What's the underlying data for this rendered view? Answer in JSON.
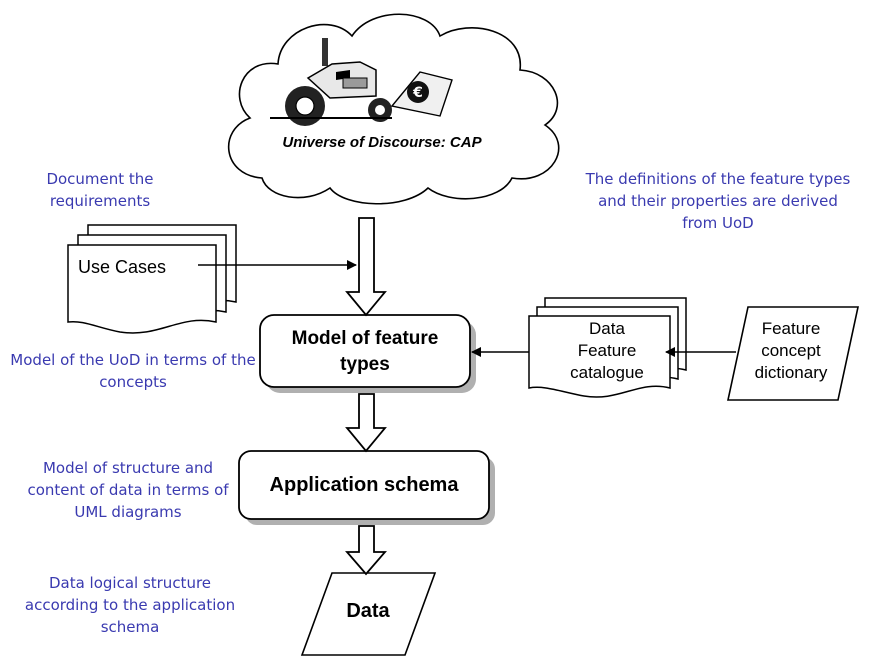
{
  "cloud": {
    "label": "Universe of Discourse: CAP"
  },
  "annotations": {
    "document_requirements": "Document the requirements",
    "definitions": "The definitions of the feature types and their properties are derived from UoD",
    "model_uod": "Model of the UoD in terms of the concepts",
    "model_structure": "Model of structure and content of data in terms of UML diagrams",
    "data_logical": "Data logical structure according to the application schema"
  },
  "nodes": {
    "use_cases": "Use Cases",
    "model_feature_types": "Model of feature types",
    "feature_catalogue": "Data Feature catalogue",
    "concept_dictionary": "Feature concept dictionary",
    "application_schema": "Application schema",
    "data": "Data"
  },
  "colors": {
    "annotation": "#3a3ab0",
    "stroke": "#000000",
    "box_fill": "#ffffff",
    "shadow": "#b0b0b0"
  }
}
